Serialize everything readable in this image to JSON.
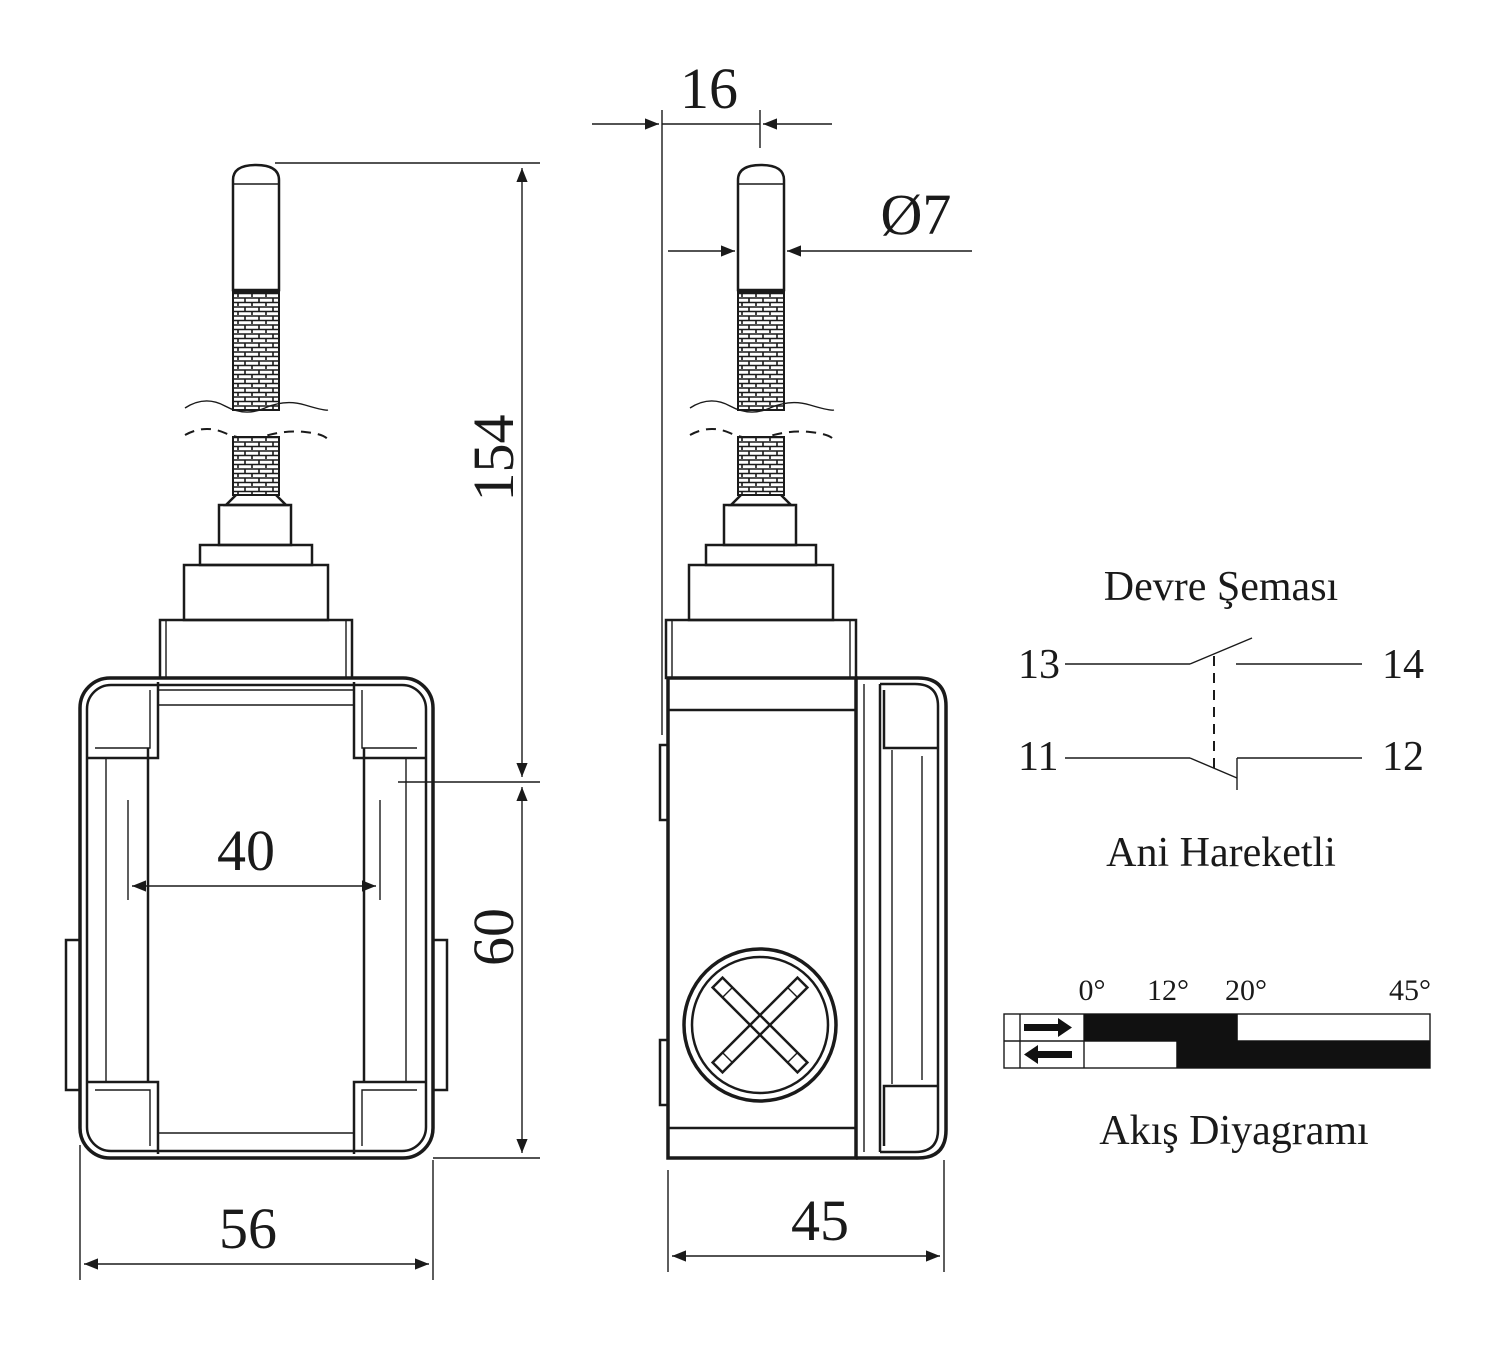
{
  "dimensions": {
    "total_height": "154",
    "body_height": "60",
    "inner_width": "40",
    "body_width_front": "56",
    "body_depth_side": "45",
    "rod_offset": "16",
    "rod_diameter": "Ø7"
  },
  "circuit": {
    "title": "Devre Şeması",
    "caption": "Ani Hareketli",
    "terminals": {
      "t13": "13",
      "t14": "14",
      "t11": "11",
      "t12": "12"
    }
  },
  "flow": {
    "title": "Akış Diyagramı",
    "angles": {
      "a0": "0°",
      "a12": "12°",
      "a20": "20°",
      "a45": "45°"
    },
    "max_angle": 45,
    "forward_closed_range": [
      0,
      20
    ],
    "return_closed_range": [
      12,
      45
    ]
  },
  "colors": {
    "line": "#1a1a1a",
    "fill": "#111111",
    "background": "#ffffff"
  }
}
